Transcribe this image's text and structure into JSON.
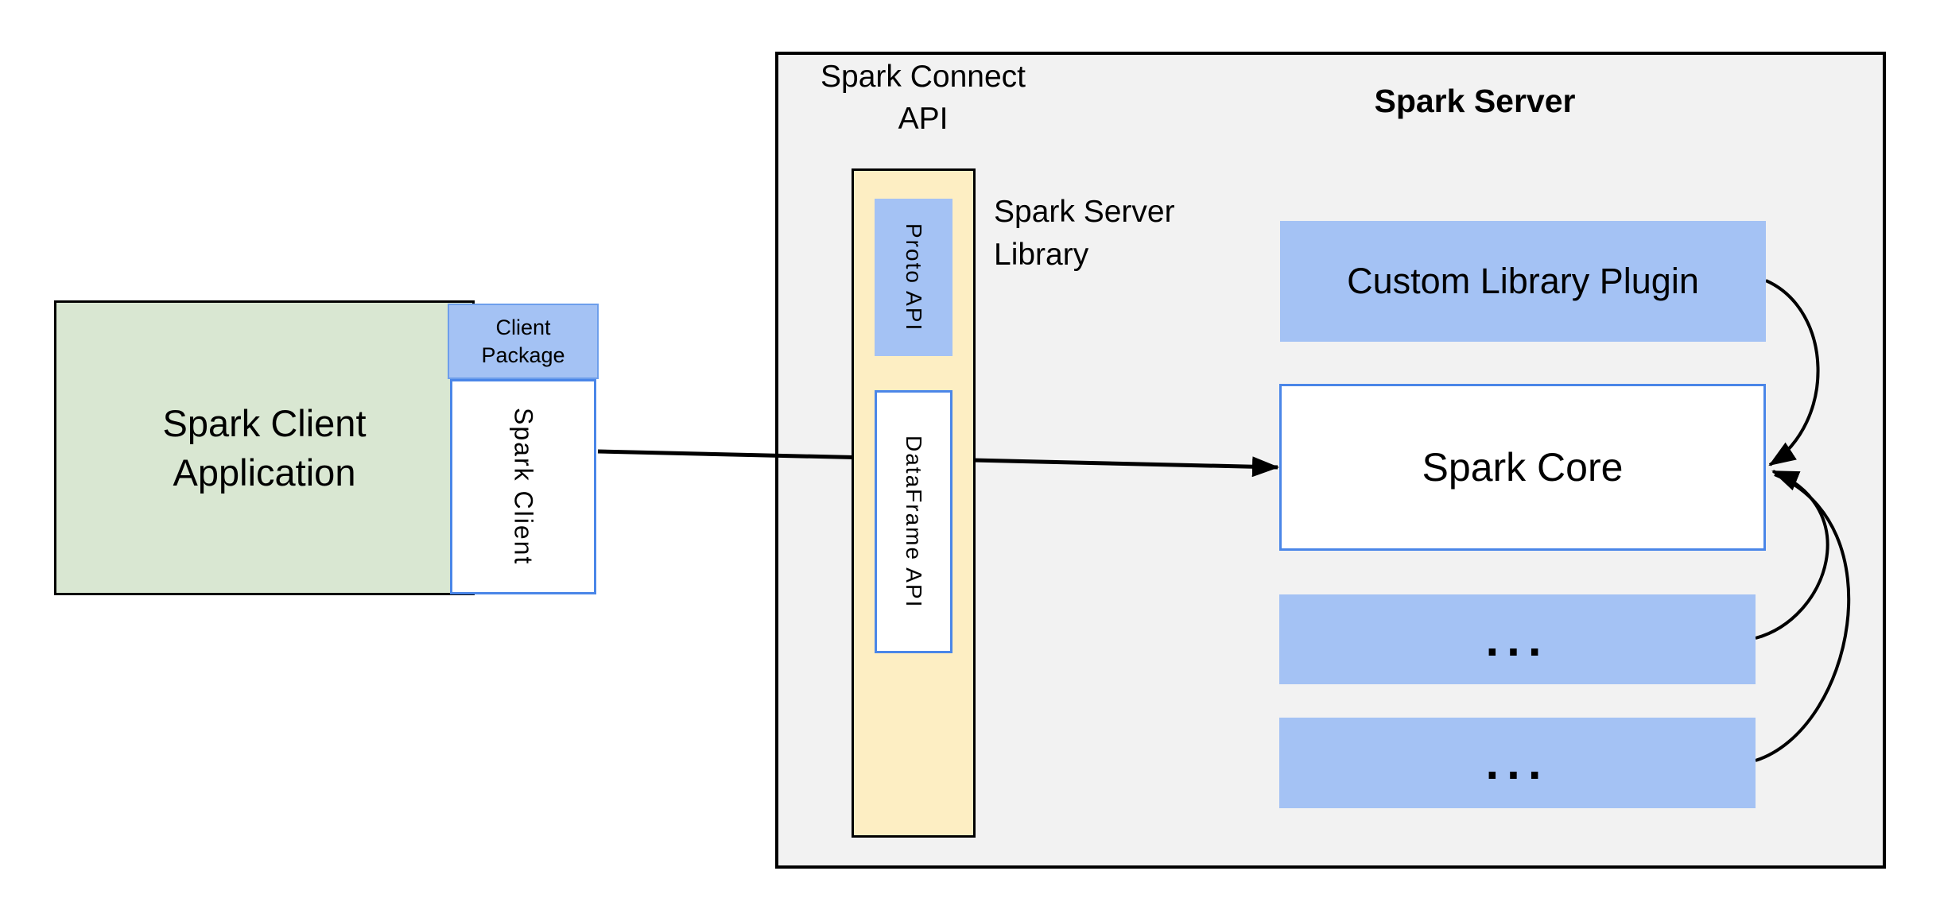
{
  "colors": {
    "green-fill": "#d9e7d2",
    "blue-fill": "#a4c2f4",
    "white-box-border": "#4a86e8",
    "package-border": "#6d9eeb",
    "yellow-fill": "#fdeec3",
    "gray-fill": "#f2f2f2",
    "outline": "#000000",
    "arrow": "#000000"
  },
  "diagram": {
    "client_app": {
      "line1": "Spark Client",
      "line2": "Application"
    },
    "client_package": {
      "line1": "Client",
      "line2": "Package"
    },
    "spark_client": {
      "label": "Spark Client"
    },
    "connect_api_label": {
      "line1": "Spark Connect",
      "line2": "API"
    },
    "proto_api": {
      "label": "Proto API"
    },
    "dataframe_api": {
      "label": "DataFrame API"
    },
    "server_library_label": {
      "line1": "Spark Server",
      "line2": "Library"
    },
    "spark_server": {
      "title": "Spark Server"
    },
    "custom_plugin": {
      "label": "Custom Library Plugin"
    },
    "spark_core": {
      "label": "Spark Core"
    },
    "ellipsis_1": {
      "label": "..."
    },
    "ellipsis_2": {
      "label": "..."
    }
  }
}
